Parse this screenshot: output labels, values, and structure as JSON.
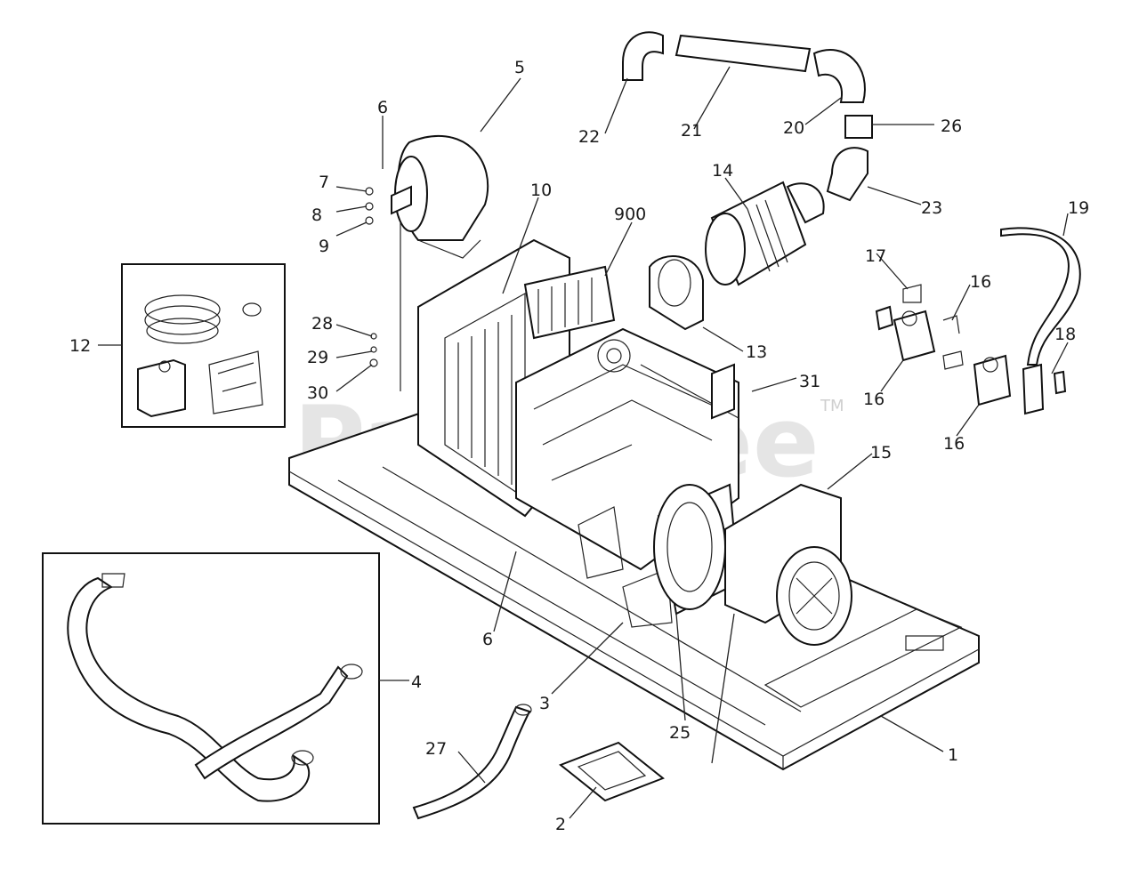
{
  "watermark": {
    "text": "PartsTree",
    "trademark": "TM"
  },
  "callouts": {
    "c1": "1",
    "c2": "2",
    "c3": "3",
    "c4": "4",
    "c5": "5",
    "c6": "6",
    "c6b": "6",
    "c7": "7",
    "c8": "8",
    "c9": "9",
    "c10": "10",
    "c12": "12",
    "c13": "13",
    "c14": "14",
    "c15": "15",
    "c16a": "16",
    "c16b": "16",
    "c16c": "16",
    "c17": "17",
    "c18a": "18",
    "c18b": "18",
    "c19": "19",
    "c20": "20",
    "c21a": "21",
    "c21b": "21",
    "c22": "22",
    "c23": "23",
    "c25": "25",
    "c26": "26",
    "c27": "27",
    "c28": "28",
    "c29": "29",
    "c30": "30",
    "c31": "31",
    "c900": "900"
  }
}
